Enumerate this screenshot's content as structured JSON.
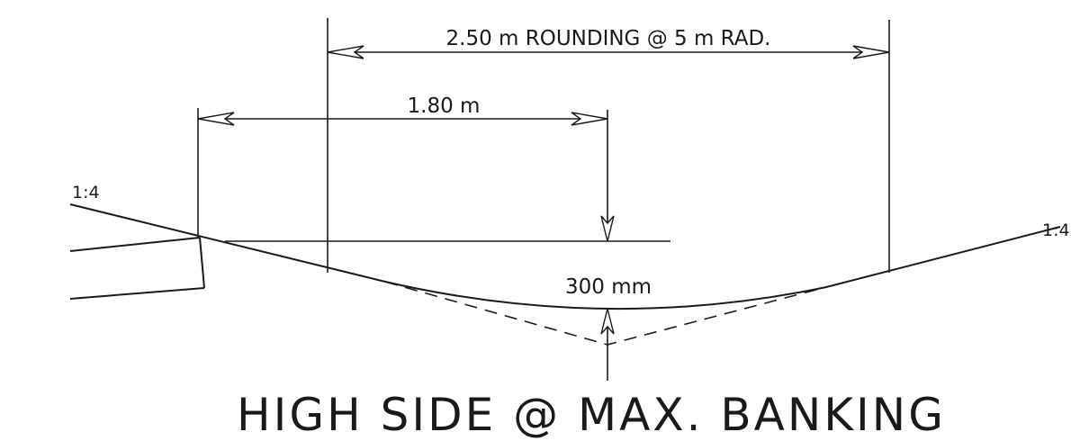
{
  "title": "HIGH SIDE @ MAX. BANKING",
  "dimensions": {
    "rounding": "2.50 m ROUNDING @ 5 m RAD.",
    "offset": "1.80 m",
    "depth": "300 mm"
  },
  "slopes": {
    "left": "1:4",
    "right": "1:4"
  }
}
